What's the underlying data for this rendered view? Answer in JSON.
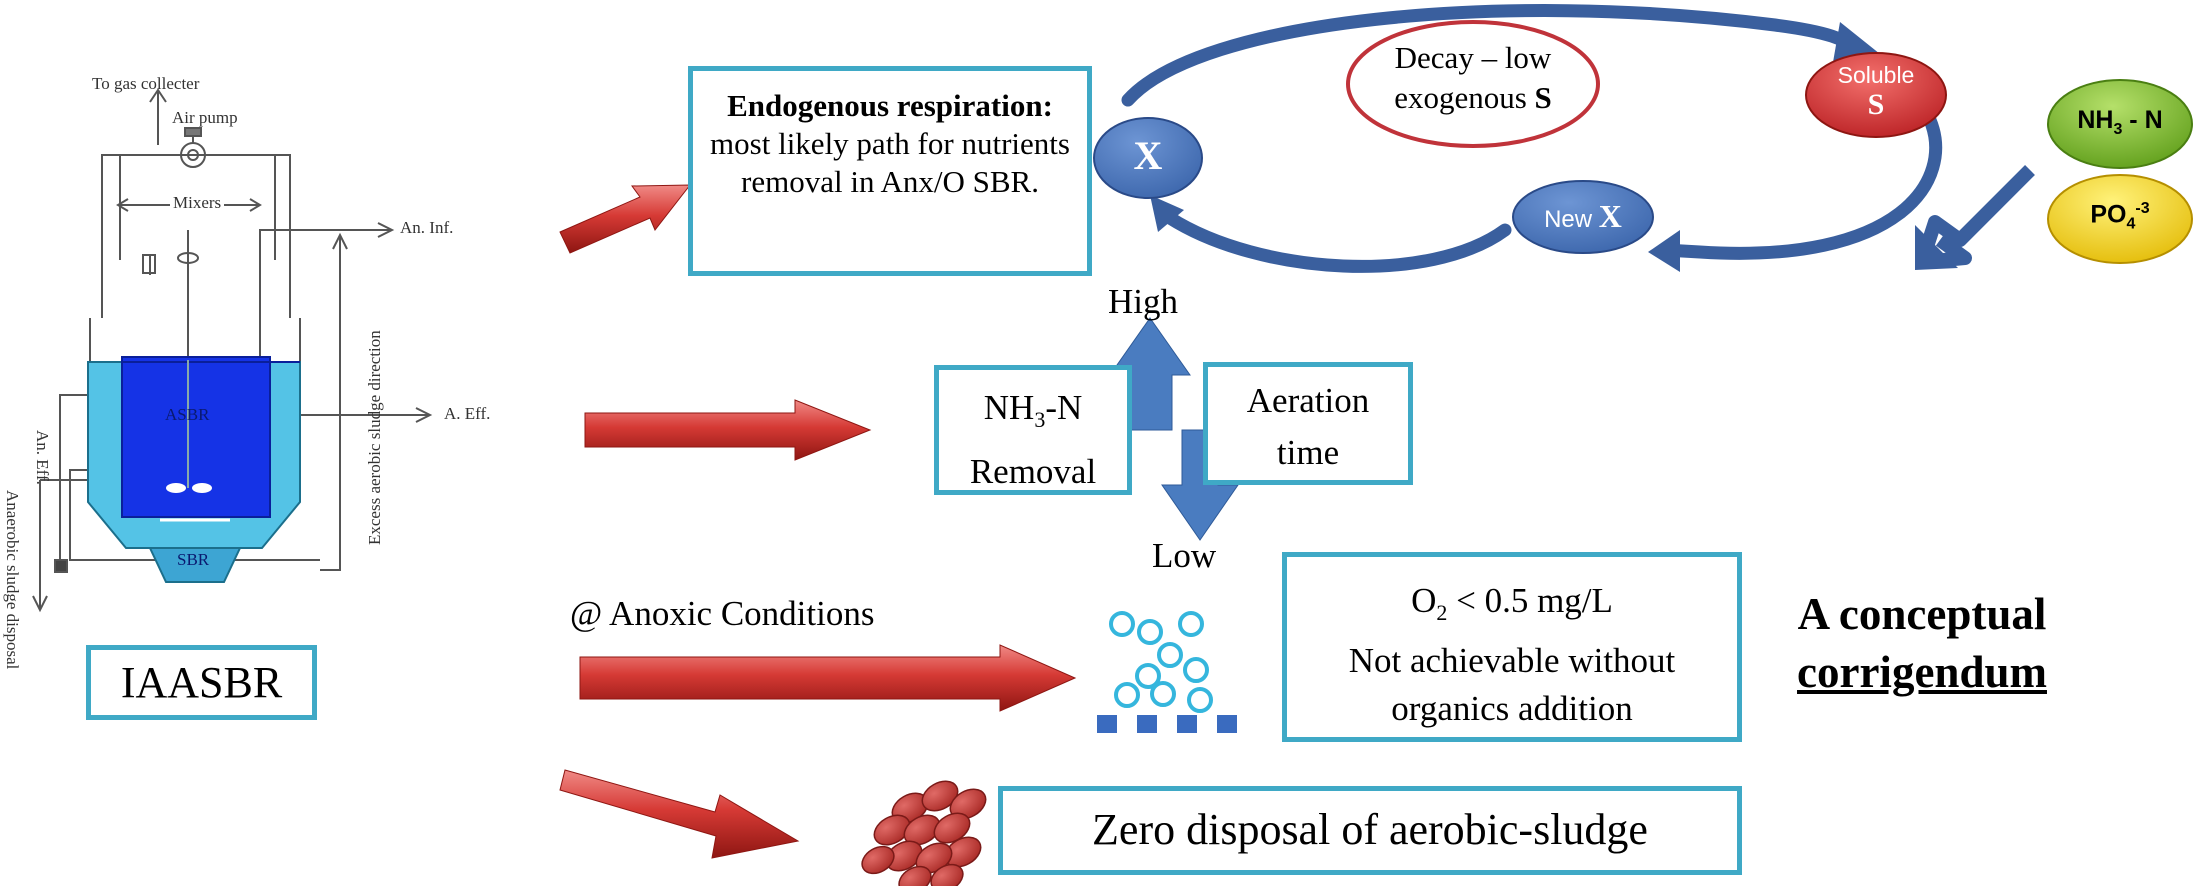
{
  "apparatus": {
    "gas_collector": "To gas collecter",
    "air_pump": "Air pump",
    "mixers": "Mixers",
    "an_inf": "An. Inf.",
    "a_eff": "A. Eff.",
    "asbr": "ASBR",
    "sbr": "SBR",
    "an_eff": "An. Eff.",
    "excess_sludge": "Excess aerobic sludge direction",
    "anaerobic_disposal": "Anaerobic sludge disposal",
    "system_label": "IAASBR"
  },
  "endogenous": {
    "bold": "Endogenous respiration:",
    "rest": " most likely path for nutrients removal in Anx/O SBR."
  },
  "cycle": {
    "decay_line1": "Decay – low",
    "decay_line2": "exogenous ",
    "decay_s": "S",
    "x_label": "X",
    "new_prefix": "New ",
    "new_x": "X",
    "soluble": "Soluble",
    "soluble_s": "S"
  },
  "nutrients": {
    "nh3_main": "NH",
    "nh3_sub": "3",
    "nh3_rest": " - N",
    "po4_main": "PO",
    "po4_sub": "4",
    "po4_sup": "-3"
  },
  "relation": {
    "high": "High",
    "low": "Low",
    "nh3_main": "NH",
    "nh3_sub": "3",
    "nh3_rest": "-N",
    "removal": "Removal",
    "aeration_line1": "Aeration",
    "aeration_line2": "time"
  },
  "anoxic": {
    "label": "@ Anoxic Conditions",
    "o2_main": "O",
    "o2_sub": "2",
    "o2_rest": " < 0.5 mg/L",
    "line2": "Not achievable without",
    "line3": "organics addition"
  },
  "corrigendum": {
    "line1": "A conceptual",
    "line2": "corrigendum"
  },
  "zero_disposal": "Zero disposal of aerobic-sludge",
  "colors": {
    "box_border": "#3fa9c6",
    "arrow_red": "#c9302c",
    "cycle_blue": "#3a5f9e",
    "blue_arrow": "#4a7cc0",
    "reactor_blue": "#1a3fe0",
    "cyan": "#35b6dd",
    "nh3_green": "#7ab828",
    "po4_yellow": "#f2d31b",
    "soluble_red": "#d8232a"
  }
}
